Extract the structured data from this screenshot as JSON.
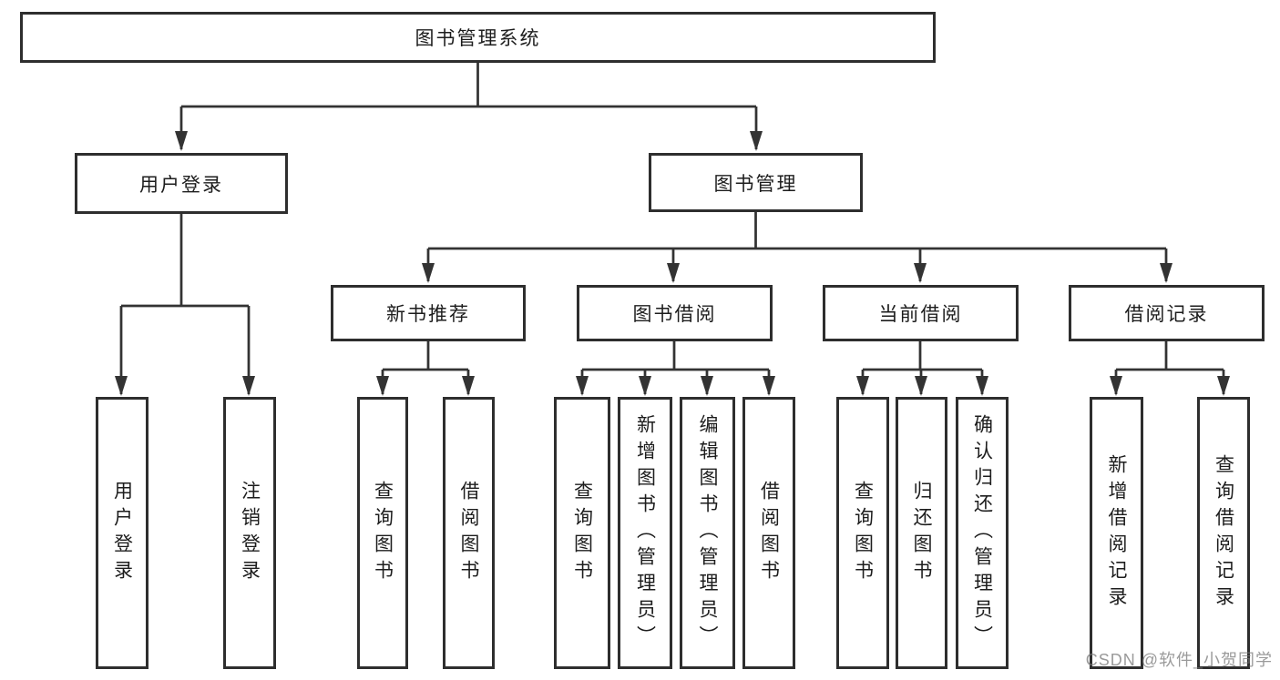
{
  "diagram": {
    "type": "hierarchy-tree",
    "root": {
      "label": "图书管理系统"
    },
    "branches": [
      {
        "label": "用户登录",
        "children": [
          {
            "label": "用户登录"
          },
          {
            "label": "注销登录"
          }
        ]
      },
      {
        "label": "图书管理",
        "children": [
          {
            "label": "新书推荐",
            "children": [
              {
                "label": "查询图书"
              },
              {
                "label": "借阅图书"
              }
            ]
          },
          {
            "label": "图书借阅",
            "children": [
              {
                "label": "查询图书"
              },
              {
                "label": "新增图书（管理员）"
              },
              {
                "label": "编辑图书（管理员）"
              },
              {
                "label": "借阅图书"
              }
            ]
          },
          {
            "label": "当前借阅",
            "children": [
              {
                "label": "查询图书"
              },
              {
                "label": "归还图书"
              },
              {
                "label": "确认归还（管理员）"
              }
            ]
          },
          {
            "label": "借阅记录",
            "children": [
              {
                "label": "新增借阅记录"
              },
              {
                "label": "查询借阅记录"
              }
            ]
          }
        ]
      }
    ]
  },
  "colors": {
    "box_border": "#2e2e2e",
    "connector_line": "#333333",
    "text": "#1d1d1d",
    "watermark": "#787878",
    "background": "#ffffff"
  },
  "watermark": {
    "text": "CSDN @软件_小贺同学"
  }
}
